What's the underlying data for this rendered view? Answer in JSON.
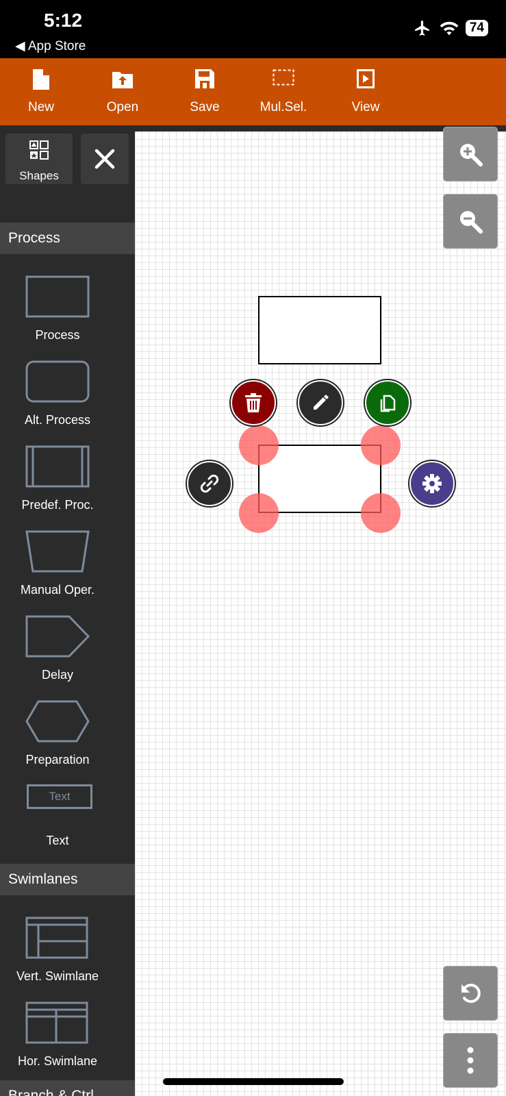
{
  "status_bar": {
    "time": "5:12",
    "back_label": "App Store",
    "battery": "74"
  },
  "toolbar": {
    "new_label": "New",
    "open_label": "Open",
    "save_label": "Save",
    "mulsel_label": "Mul.Sel.",
    "view_label": "View"
  },
  "sidebar": {
    "shapes_label": "Shapes",
    "sections": {
      "process": "Process",
      "swimlanes": "Swimlanes",
      "branch": "Branch & Ctrl"
    },
    "items": {
      "process": "Process",
      "alt_process": "Alt. Process",
      "predef_proc": "Predef. Proc.",
      "manual_oper": "Manual Oper.",
      "delay": "Delay",
      "preparation": "Preparation",
      "text_preview": "Text",
      "text": "Text",
      "vert_swimlane": "Vert. Swimlane",
      "hor_swimlane": "Hor. Swimlane"
    }
  },
  "actions": {
    "delete_color": "#8b0000",
    "edit_color": "#2b2b2b",
    "copy_color": "#0b6b0b",
    "link_color": "#2b2b2b",
    "settings_color": "#4a3d8c"
  },
  "colors": {
    "toolbar": "#c84f02",
    "sidebar": "#2b2b2b",
    "handle": "#ff6f6f"
  }
}
